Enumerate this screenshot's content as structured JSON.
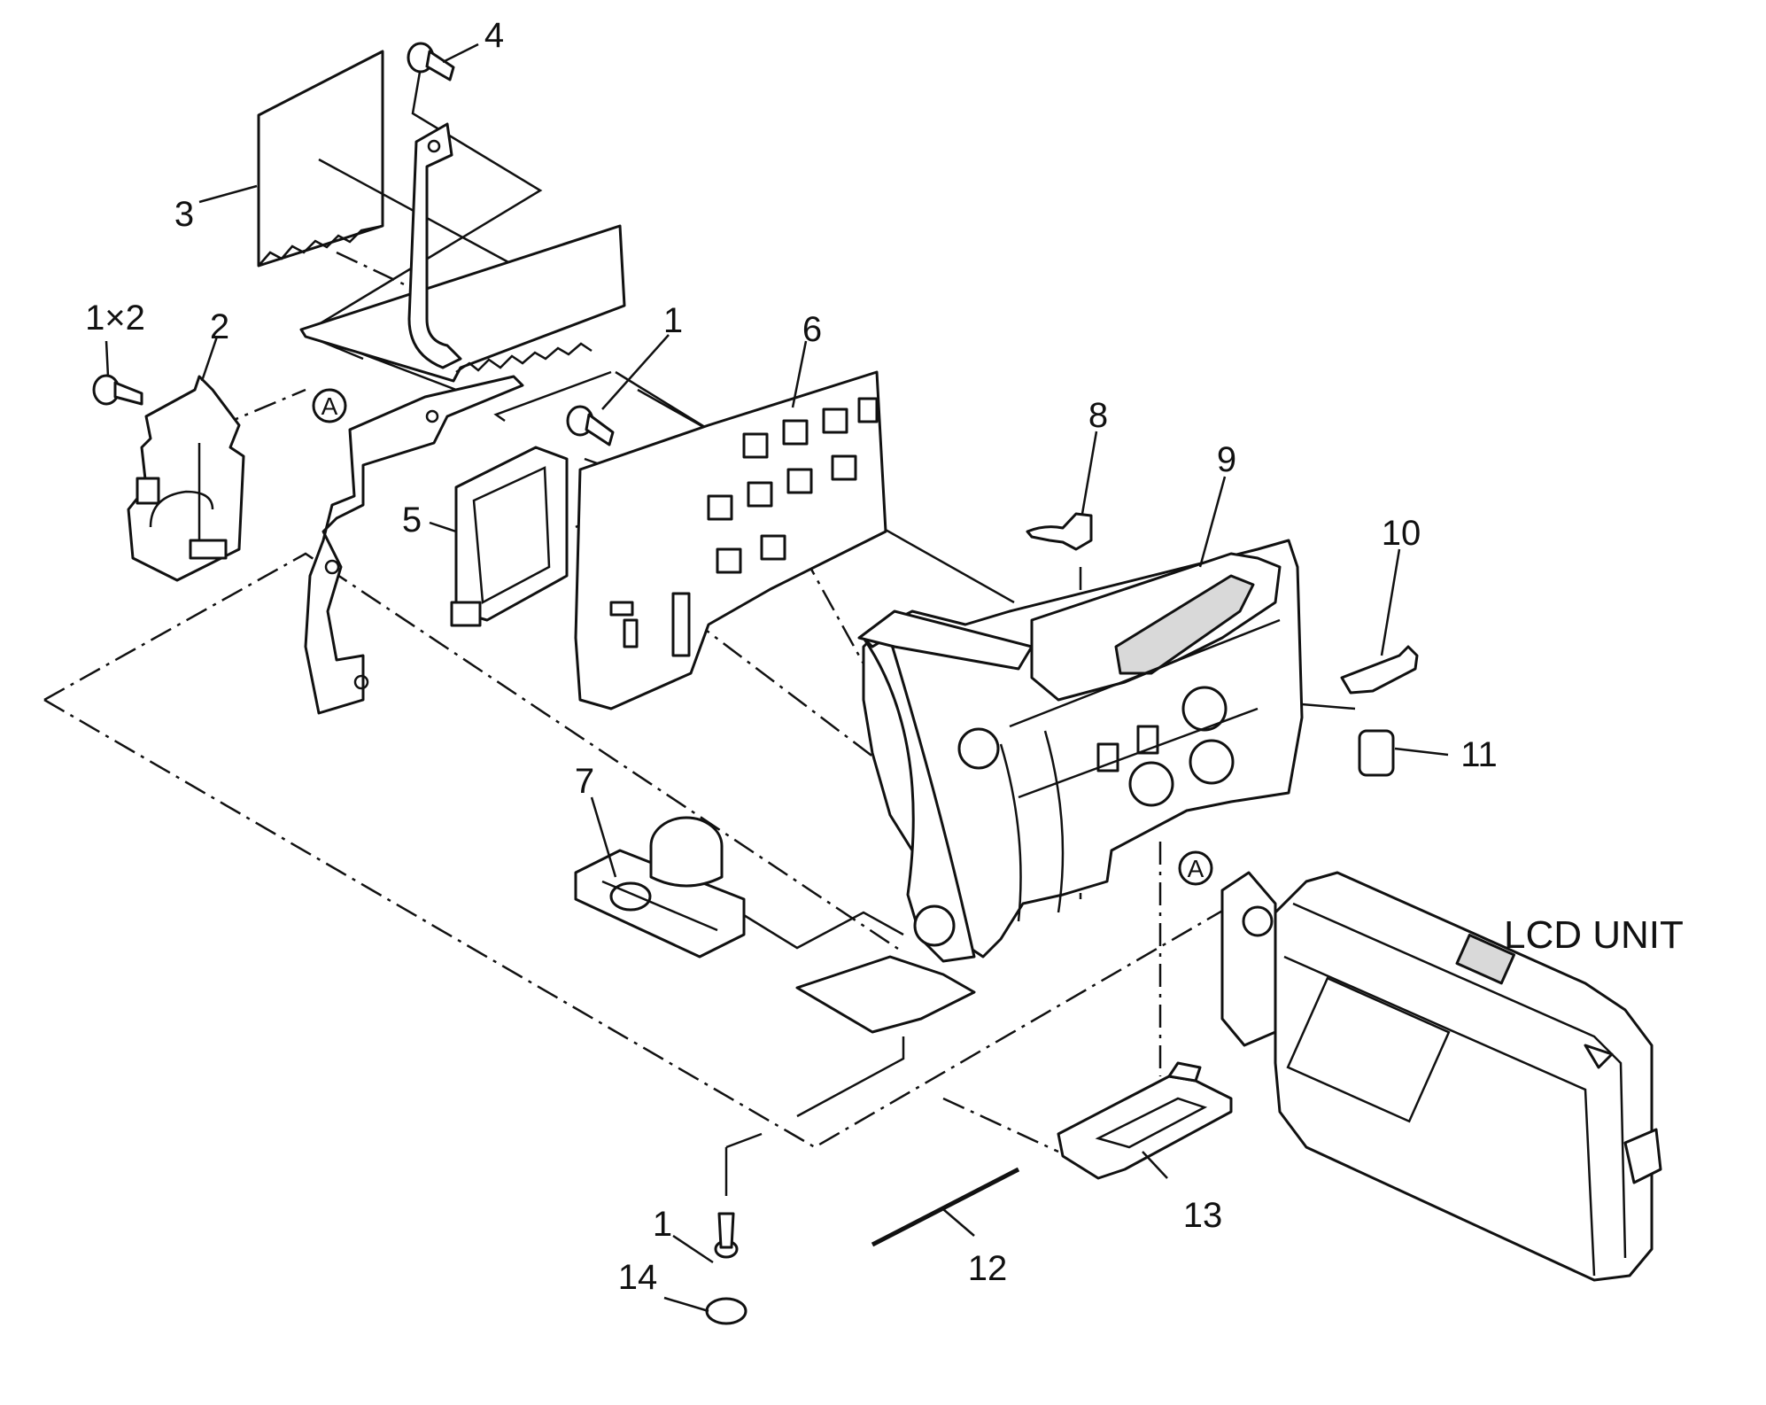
{
  "diagram": {
    "labels": {
      "p1a": "1",
      "p1b": "1",
      "p1x2": "1×2",
      "p2": "2",
      "p3": "3",
      "p4": "4",
      "p5": "5",
      "p6": "6",
      "p7": "7",
      "p8": "8",
      "p9": "9",
      "p10": "10",
      "p11": "11",
      "p12": "12",
      "p13": "13",
      "p14": "14"
    },
    "reference_mark": "A",
    "lcd_unit_label": "LCD UNIT"
  }
}
